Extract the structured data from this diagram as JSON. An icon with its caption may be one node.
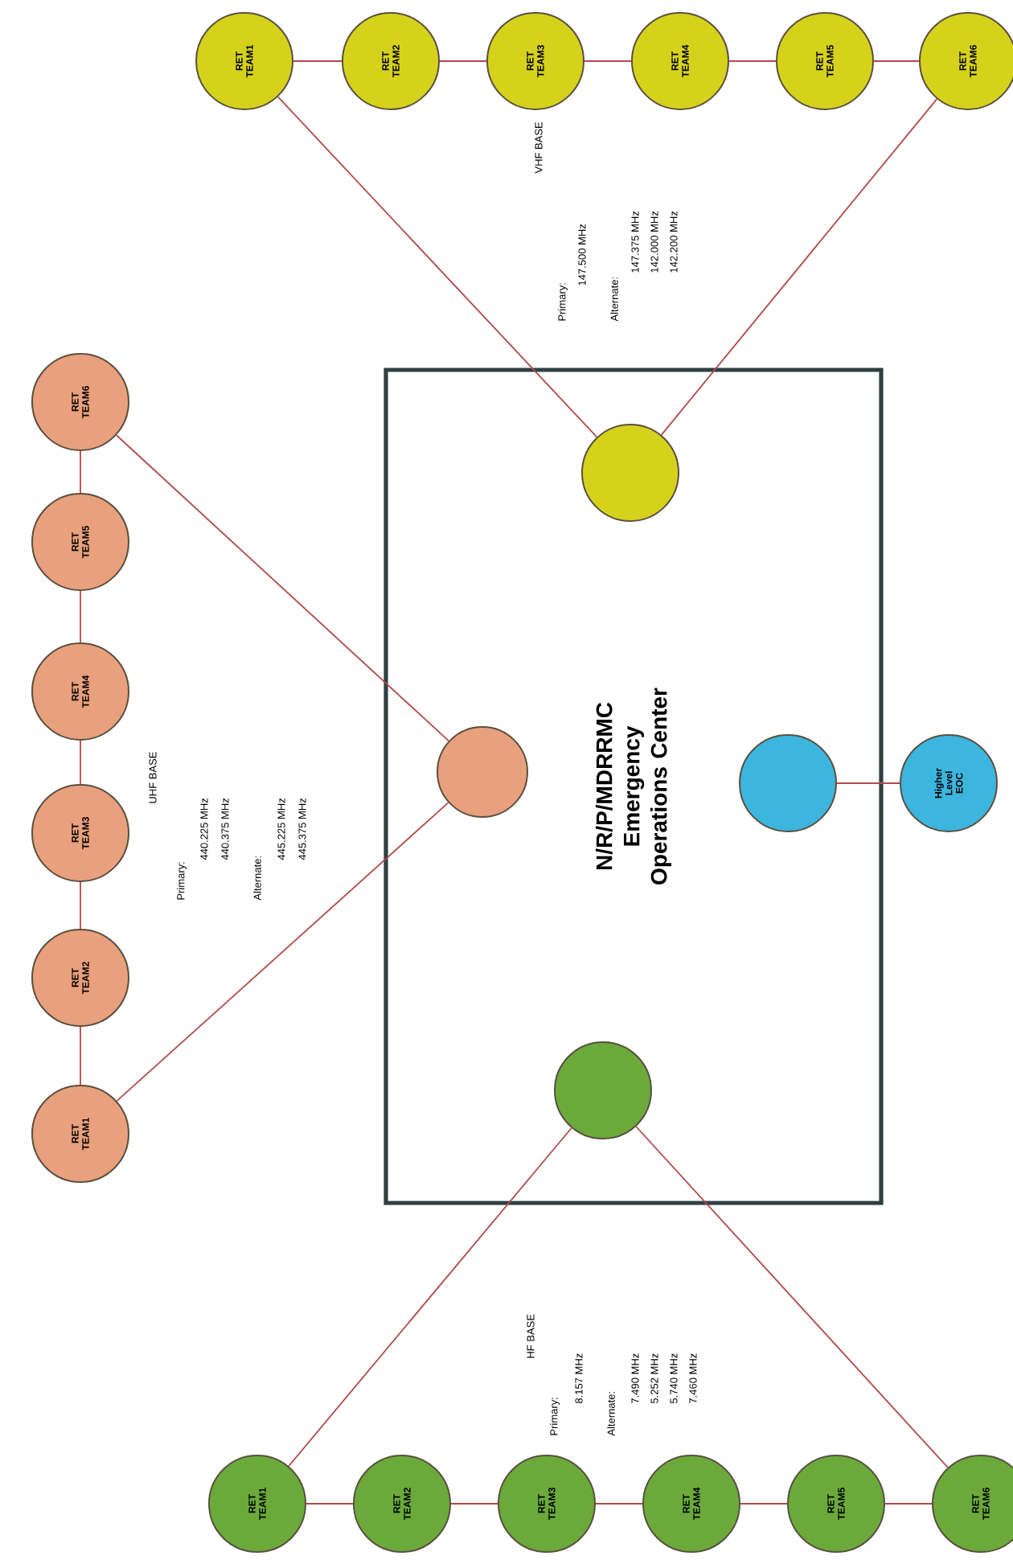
{
  "diagram": {
    "nodes": [
      {
        "text": [
          "N/R/P/MDRRMC Emergency Operations Center"
        ]
      },
      {
        "text": [],
        "shape": "circle",
        "in": 0
      },
      {
        "text": [],
        "shape": "circle",
        "in": 0
      },
      {
        "text": [],
        "shape": "circle",
        "in": 0
      },
      {
        "text": [],
        "shape": "circle",
        "in": 0
      },
      {
        "text": [
          "Higher Level EOC"
        ]
      },
      {
        "text": [
          "RET TEAM1"
        ]
      },
      {
        "text": [
          "RET TEAM2"
        ]
      },
      {
        "text": [
          "RET TEAM3"
        ]
      },
      {
        "text": [
          "RET TEAM4"
        ]
      },
      {
        "text": [
          "RET TEAM5"
        ]
      },
      {
        "text": [
          "RET TEAM6"
        ]
      },
      {
        "text": [
          "RET TEAM1"
        ]
      },
      {
        "text": [
          "RET TEAM2"
        ]
      },
      {
        "text": [
          "RET TEAM3"
        ]
      },
      {
        "text": [
          "RET TEAM4"
        ]
      },
      {
        "text": [
          "RET TEAM5"
        ]
      },
      {
        "text": [
          "RET TEAM6"
        ]
      },
      {
        "text": [
          "RET TEAM1"
        ]
      },
      {
        "text": [
          "RET TEAM2"
        ]
      },
      {
        "text": [
          "RET TEAM3"
        ]
      },
      {
        "text": [
          "RET TEAM4"
        ]
      },
      {
        "text": [
          "RET TEAM5"
        ]
      },
      {
        "text": [
          "RET TEAM6"
        ]
      }
    ],
    "edges": [
      {
        "from": 1,
        "to": 6,
        "arrow": "none"
      },
      {
        "from": 1,
        "to": 11,
        "arrow": "none"
      },
      {
        "from": 6,
        "to": 7,
        "arrow": "none"
      },
      {
        "from": 7,
        "to": 8,
        "arrow": "none"
      },
      {
        "from": 8,
        "to": 9,
        "arrow": "none"
      },
      {
        "from": 9,
        "to": 10,
        "arrow": "none"
      },
      {
        "from": 10,
        "to": 11,
        "arrow": "none"
      },
      {
        "from": 2,
        "to": 12,
        "arrow": "none"
      },
      {
        "from": 2,
        "to": 17,
        "arrow": "none"
      },
      {
        "from": 12,
        "to": 13,
        "arrow": "none"
      },
      {
        "from": 13,
        "to": 14,
        "arrow": "none"
      },
      {
        "from": 14,
        "to": 15,
        "arrow": "none"
      },
      {
        "from": 15,
        "to": 16,
        "arrow": "none"
      },
      {
        "from": 16,
        "to": 17,
        "arrow": "none"
      },
      {
        "from": 4,
        "to": 18,
        "arrow": "none"
      },
      {
        "from": 4,
        "to": 23,
        "arrow": "none"
      },
      {
        "from": 18,
        "to": 19,
        "arrow": "none"
      },
      {
        "from": 19,
        "to": 20,
        "arrow": "none"
      },
      {
        "from": 20,
        "to": 21,
        "arrow": "none"
      },
      {
        "from": 21,
        "to": 22,
        "arrow": "none"
      },
      {
        "from": 22,
        "to": 23,
        "arrow": "none"
      },
      {
        "from": 3,
        "to": 5,
        "arrow": "none"
      }
    ],
    "labels": [
      "VHF BASE",
      "Primary:",
      "147.500 MHz",
      "Alternate:",
      "147.375 MHz",
      "142.000 MHz",
      "142.200 MHz",
      "UHF BASE",
      "Primary:",
      "440.225 MHz",
      "440.375 MHz",
      "Alternate:",
      "445.225 MHz",
      "445.375 MHz",
      "HF BASE",
      "Primary:",
      "8.157 MHz",
      "Alternate:",
      "7.490 MHz",
      "5.252 MHz",
      "5.740 MHz",
      "7.460 MHz"
    ]
  }
}
